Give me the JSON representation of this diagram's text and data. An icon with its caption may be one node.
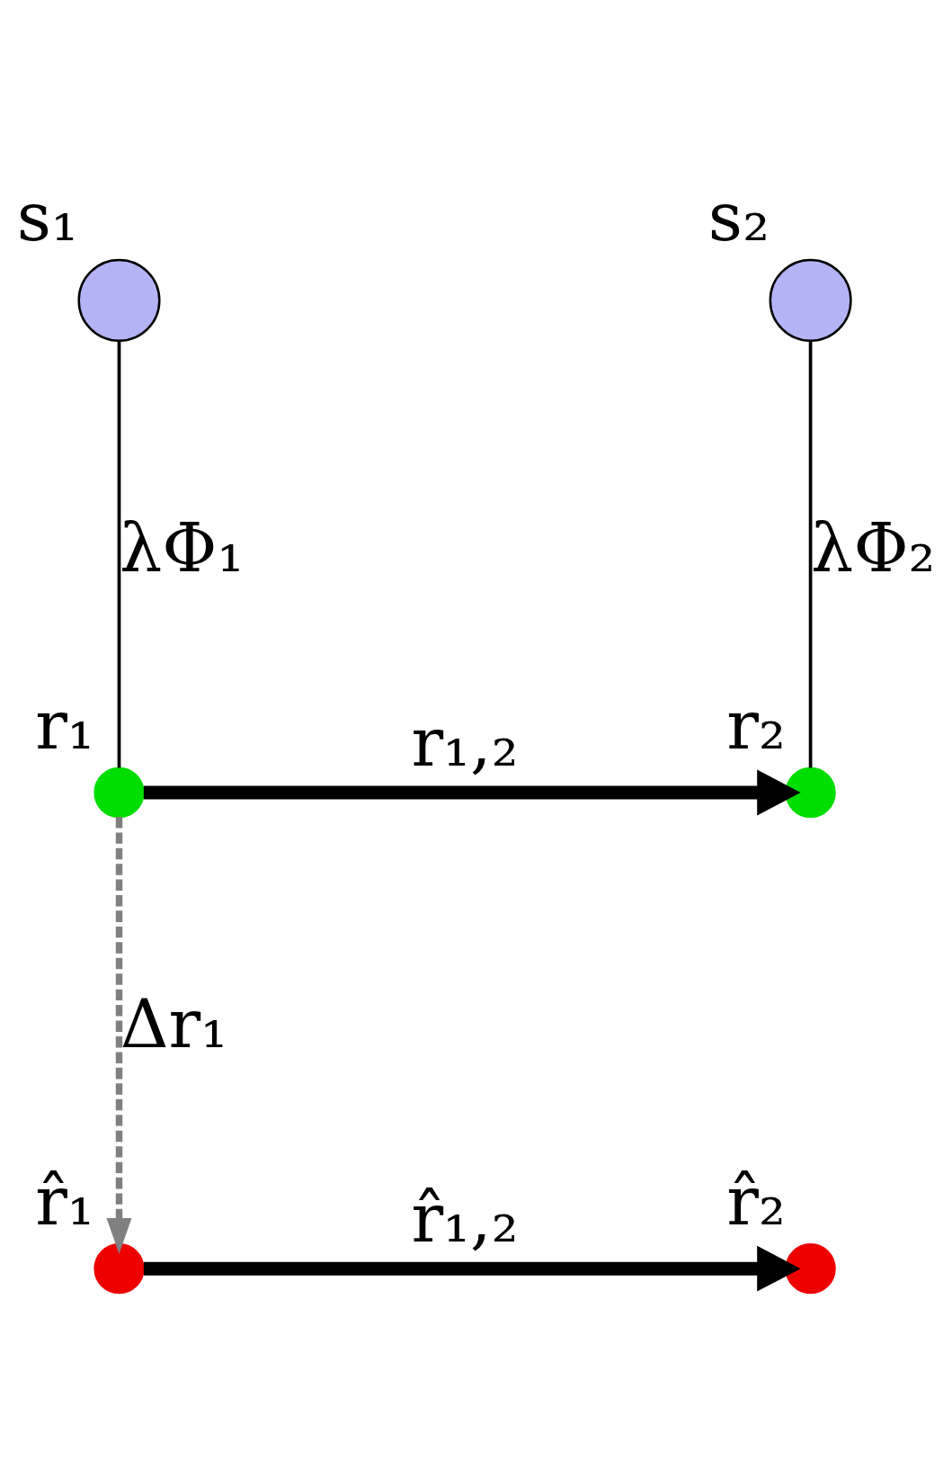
{
  "diagram": {
    "nodes": [
      {
        "text": [
          "s₁"
        ]
      },
      {
        "text": [
          "s₂"
        ]
      },
      {
        "text": [
          "r₁"
        ]
      },
      {
        "text": [
          "r₂"
        ]
      },
      {
        "text": [
          "r̂₁"
        ]
      },
      {
        "text": [
          "r̂₂"
        ]
      }
    ],
    "edges": [
      {
        "from": 0,
        "to": 2,
        "arrow": "none",
        "label": "λΦ₁"
      },
      {
        "from": 1,
        "to": 3,
        "arrow": "none",
        "label": "λΦ₂"
      },
      {
        "from": 2,
        "to": 3,
        "arrow": "to",
        "label": "r₁,₂",
        "style": "thick"
      },
      {
        "from": 2,
        "to": 4,
        "arrow": "to",
        "label": "Δr₁",
        "style": "dashed",
        "color": "#808080"
      },
      {
        "from": 4,
        "to": 5,
        "arrow": "to",
        "label": "r̂₁,₂",
        "style": "thick"
      }
    ]
  }
}
